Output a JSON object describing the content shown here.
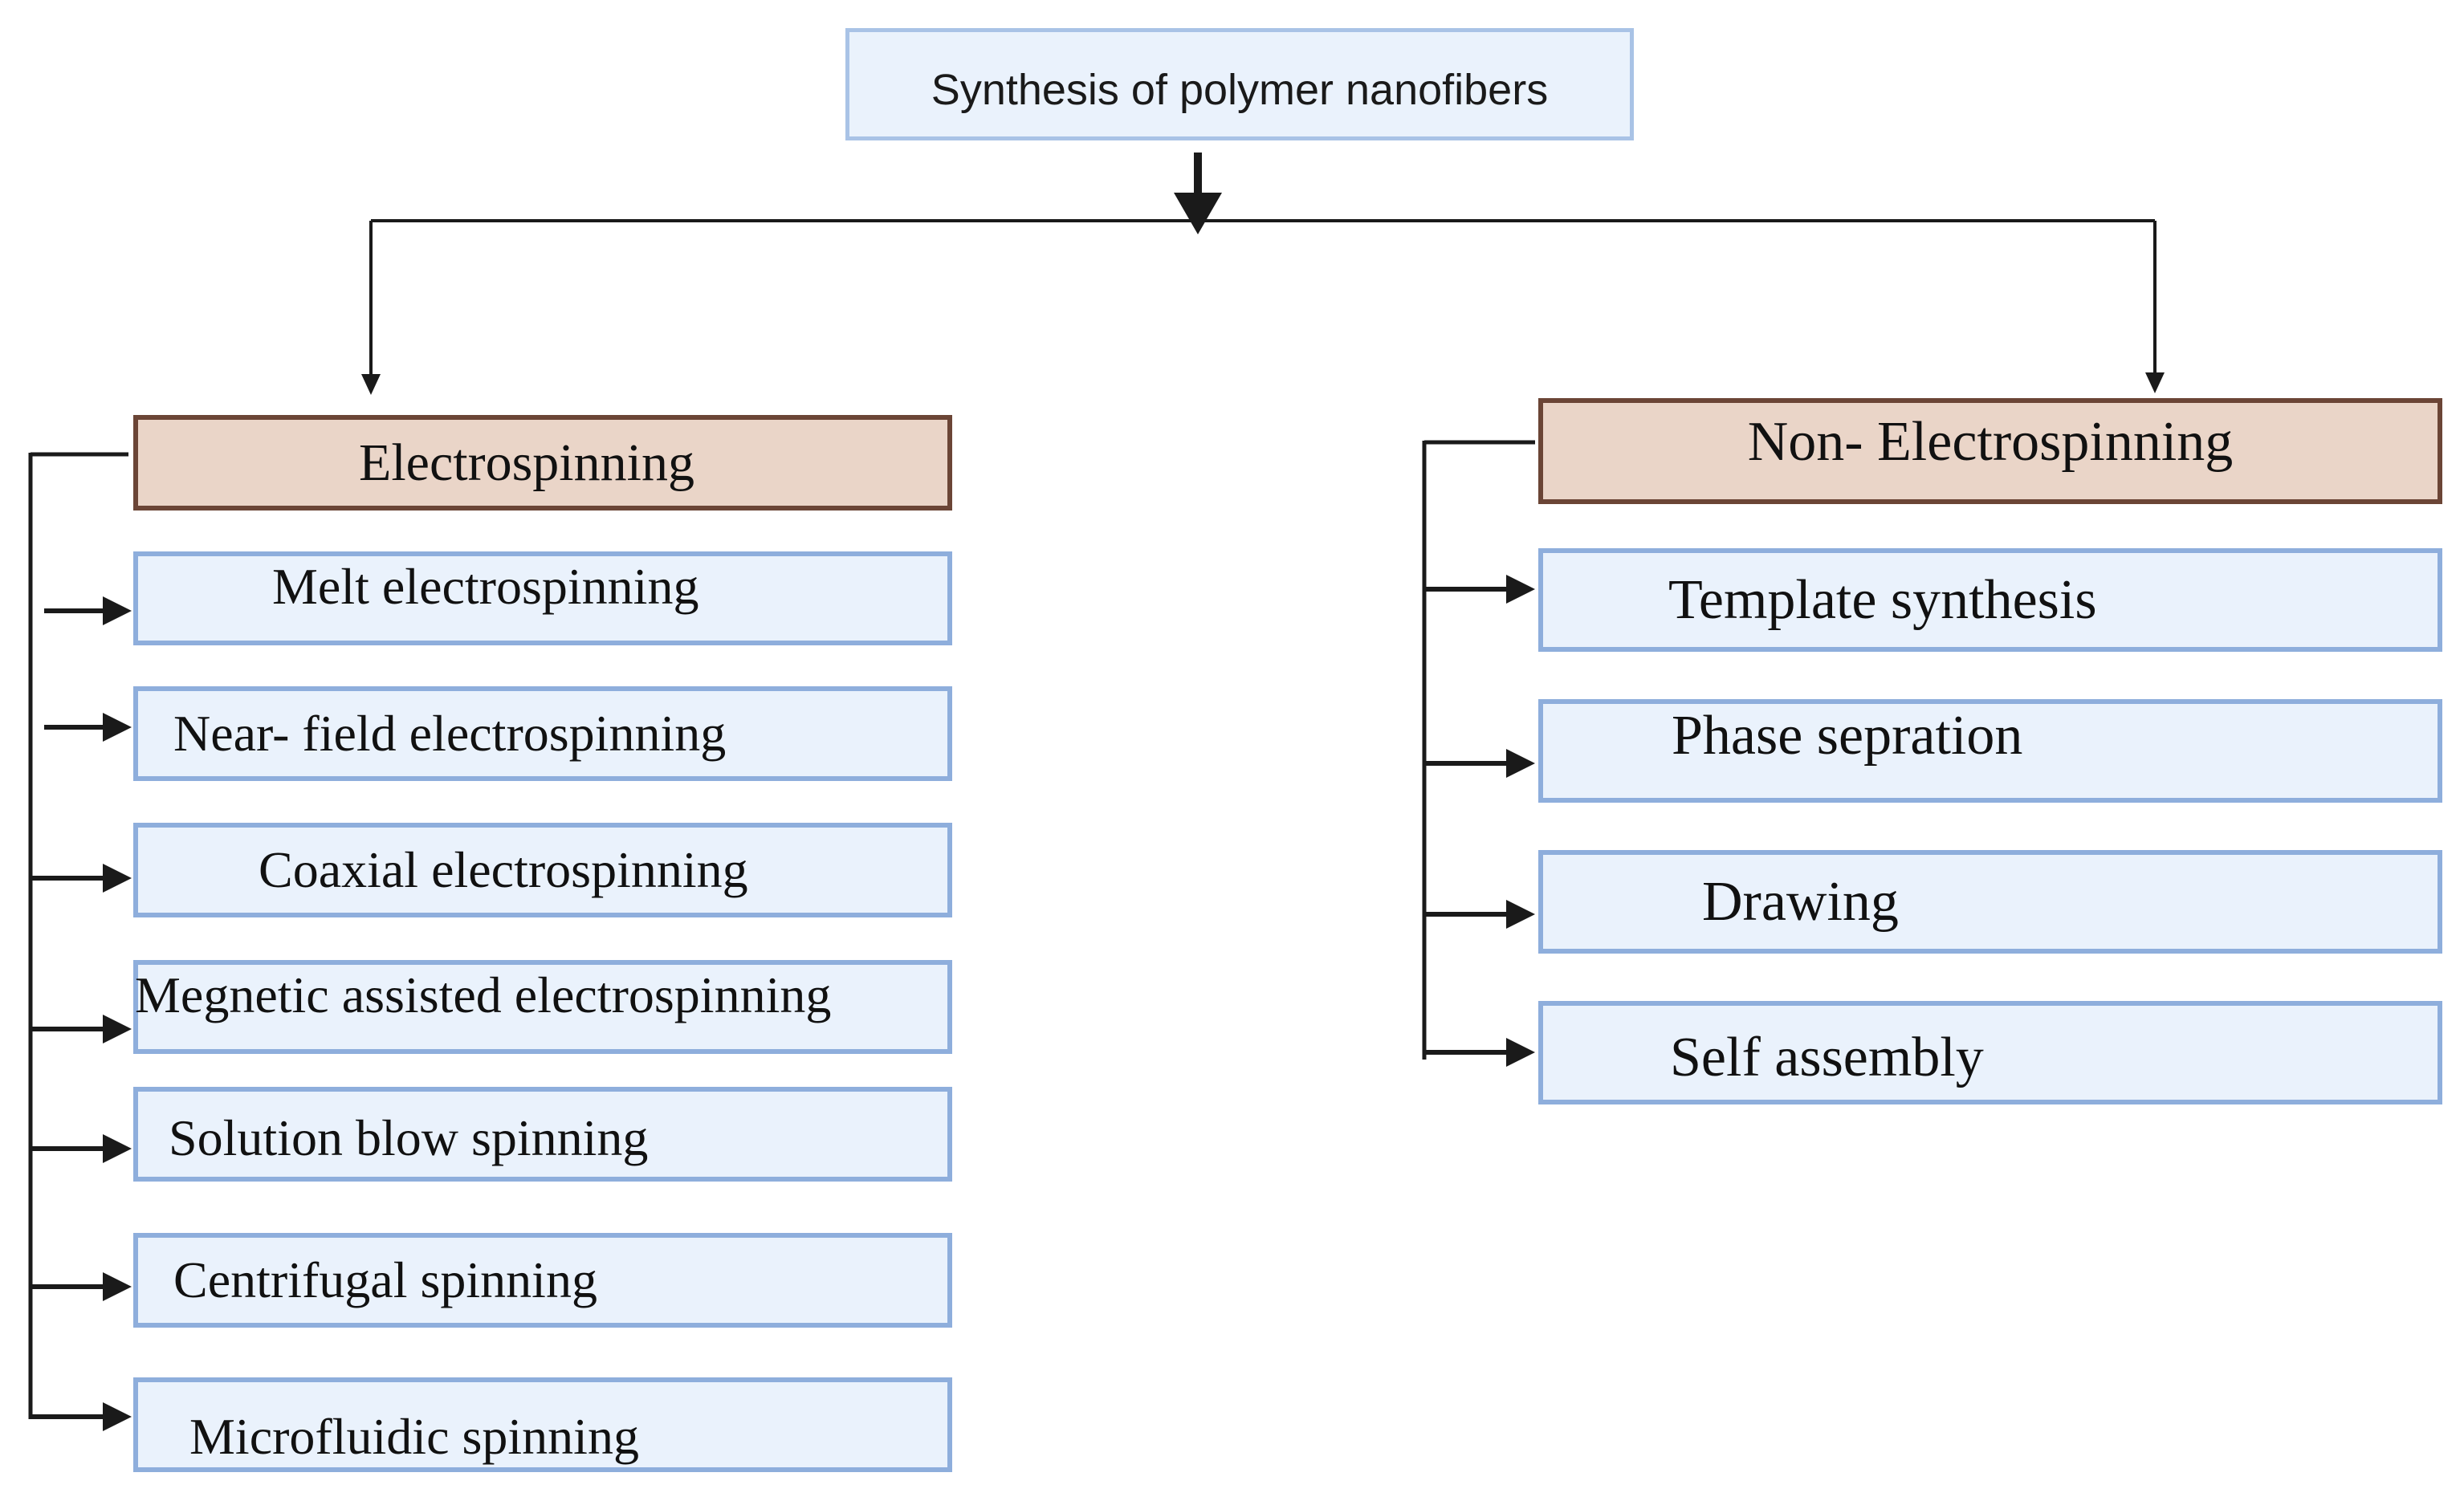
{
  "diagram": {
    "root": "Synthesis of polymer nanofibers",
    "branches": [
      {
        "label": "Electrospinning",
        "children": [
          "Melt electrospinning",
          "Near- field electrospinning",
          "Coaxial electrospinning",
          "Megnetic assisted electrospinning",
          "Solution blow spinning",
          "Centrifugal spinning",
          "Microfluidic spinning"
        ]
      },
      {
        "label": "Non- Electrospinning",
        "children": [
          "Template synthesis",
          "Phase sepration",
          "Drawing",
          "Self assembly"
        ]
      }
    ]
  },
  "colors": {
    "root_fill": "#eaf2fc",
    "root_border": "#a9c3e6",
    "category_fill": "#ead5c8",
    "category_border": "#6b4536",
    "leaf_fill": "#eaf2fc",
    "leaf_border": "#8eaedc",
    "connector": "#1a1a1a"
  }
}
